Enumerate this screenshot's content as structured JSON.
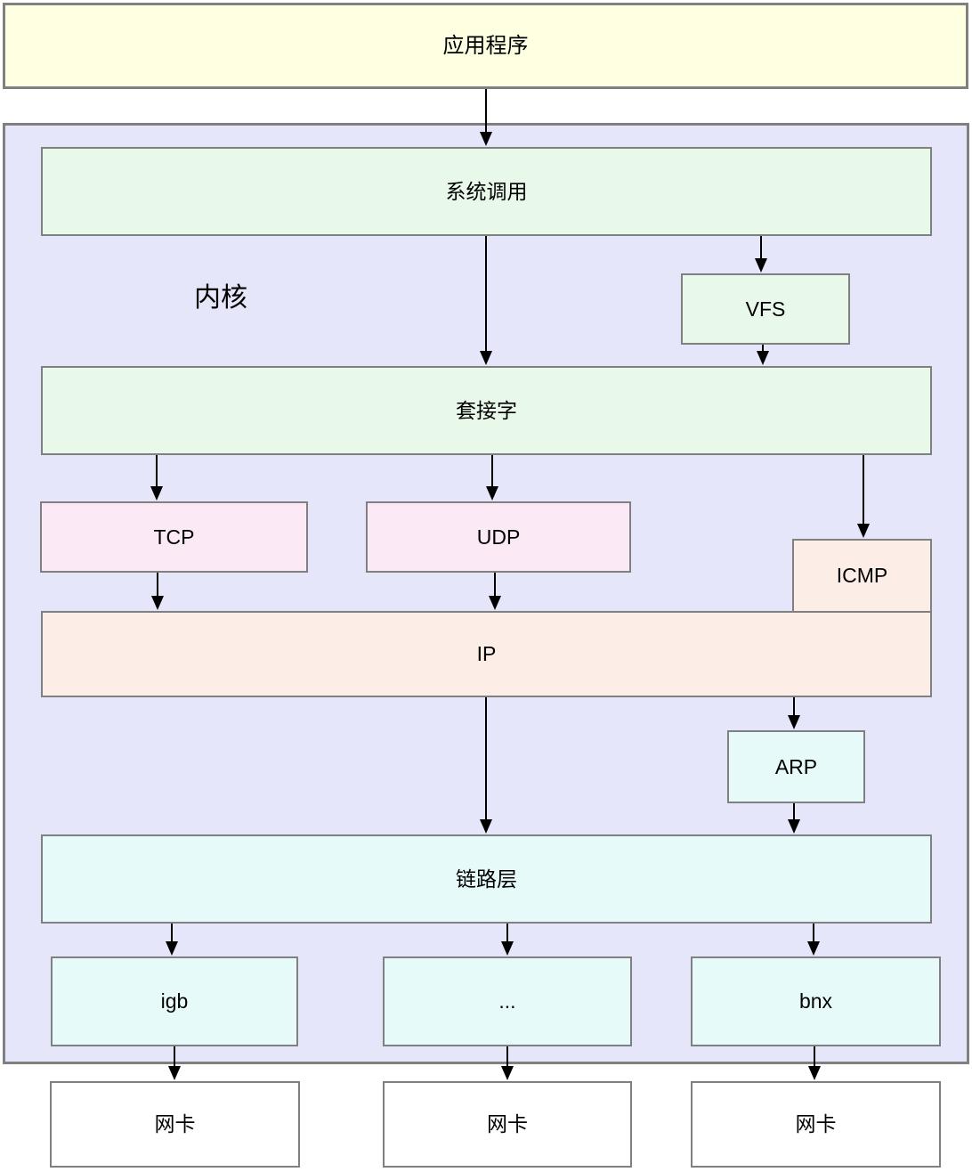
{
  "colors": {
    "app": "#FFFFE1",
    "kernel": "#E6E6FA",
    "green": "#E9F9E9",
    "pink": "#FBE9F5",
    "peach": "#FCEEE7",
    "cyan": "#E6FAFA",
    "white": "#FFFFFF",
    "border": "#808080",
    "arrow": "#000000"
  },
  "nodes": {
    "app": {
      "label": "应用程序"
    },
    "kernel": {
      "label": "内核"
    },
    "syscall": {
      "label": "系统调用"
    },
    "vfs": {
      "label": "VFS"
    },
    "socket": {
      "label": "套接字"
    },
    "tcp": {
      "label": "TCP"
    },
    "udp": {
      "label": "UDP"
    },
    "icmp": {
      "label": "ICMP"
    },
    "ip": {
      "label": "IP"
    },
    "arp": {
      "label": "ARP"
    },
    "link": {
      "label": "链路层"
    },
    "igb": {
      "label": "igb"
    },
    "dots": {
      "label": "..."
    },
    "bnx": {
      "label": "bnx"
    },
    "nic1": {
      "label": "网卡"
    },
    "nic2": {
      "label": "网卡"
    },
    "nic3": {
      "label": "网卡"
    }
  },
  "edges": [
    {
      "from": "app",
      "to": "syscall"
    },
    {
      "from": "syscall",
      "to": "socket"
    },
    {
      "from": "syscall",
      "to": "vfs"
    },
    {
      "from": "vfs",
      "to": "socket"
    },
    {
      "from": "socket",
      "to": "tcp"
    },
    {
      "from": "socket",
      "to": "udp"
    },
    {
      "from": "socket",
      "to": "icmp"
    },
    {
      "from": "tcp",
      "to": "ip"
    },
    {
      "from": "udp",
      "to": "ip"
    },
    {
      "from": "ip",
      "to": "link"
    },
    {
      "from": "ip",
      "to": "arp"
    },
    {
      "from": "arp",
      "to": "link"
    },
    {
      "from": "link",
      "to": "igb"
    },
    {
      "from": "link",
      "to": "dots"
    },
    {
      "from": "link",
      "to": "bnx"
    },
    {
      "from": "igb",
      "to": "nic1"
    },
    {
      "from": "dots",
      "to": "nic2"
    },
    {
      "from": "bnx",
      "to": "nic3"
    }
  ]
}
